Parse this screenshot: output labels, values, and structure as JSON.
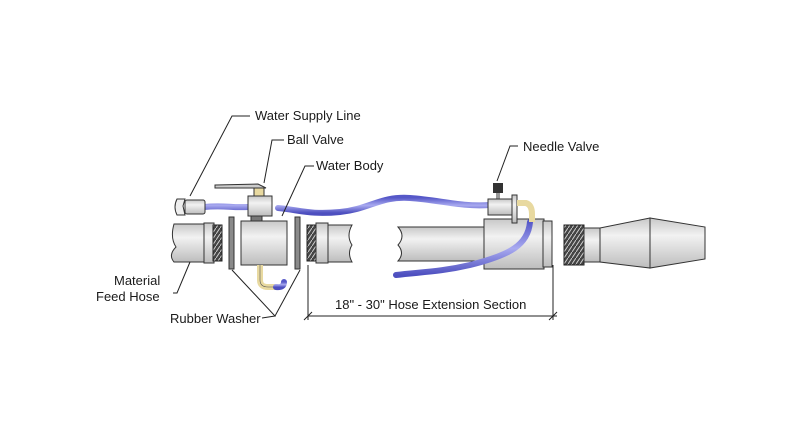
{
  "diagram": {
    "labels": {
      "water_supply_line": "Water Supply Line",
      "ball_valve": "Ball Valve",
      "water_body": "Water Body",
      "needle_valve": "Needle Valve",
      "material_feed_hose_line1": "Material",
      "material_feed_hose_line2": "Feed Hose",
      "rubber_washer": "Rubber Washer",
      "extension_section": "18\" - 30\" Hose Extension Section"
    },
    "colors": {
      "water_line": "#6f70d8",
      "pipe_fill": "#dcdcdc",
      "outline": "#333333",
      "brass": "#e8d9a0"
    }
  }
}
